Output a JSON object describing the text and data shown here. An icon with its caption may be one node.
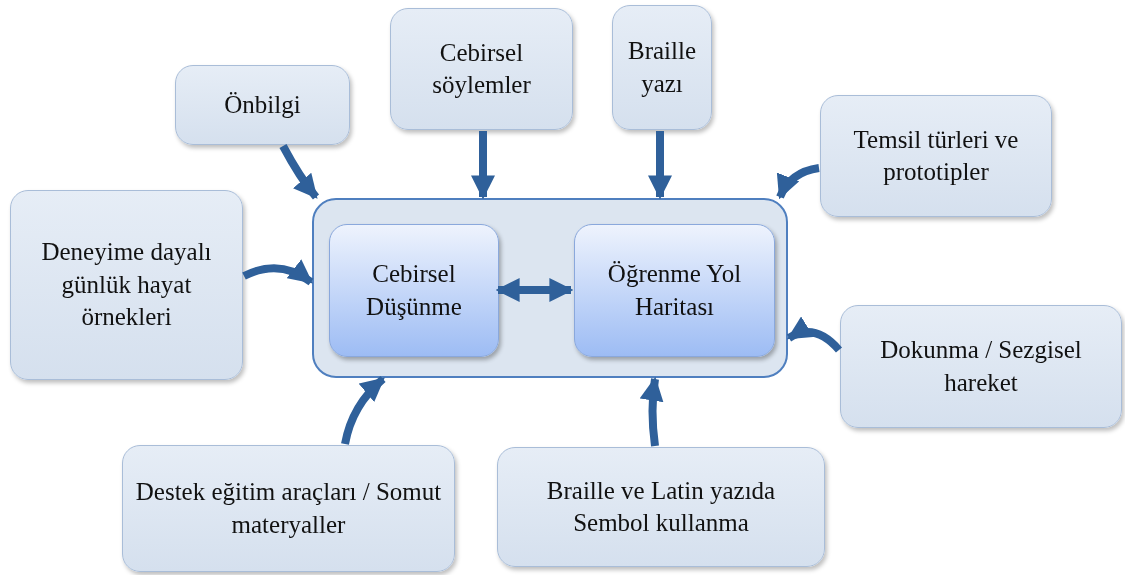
{
  "diagram": {
    "nodes": [
      {
        "text": [
          "Önbilgi"
        ]
      },
      {
        "text": [
          "Cebirsel söylemler"
        ]
      },
      {
        "text": [
          "Braille yazı"
        ]
      },
      {
        "text": [
          "Temsil türleri ve prototipler"
        ]
      },
      {
        "text": [
          "Deneyime dayalı günlük hayat örnekleri"
        ]
      },
      {
        "text": [],
        "shape": "box"
      },
      {
        "text": [
          "Cebirsel Düşünme"
        ],
        "in": 5
      },
      {
        "text": [
          "Öğrenme Yol Haritası"
        ],
        "in": 5
      },
      {
        "text": [
          "Dokunma / Sezgisel hareket"
        ]
      },
      {
        "text": [
          "Destek eğitim araçları / Somut materyaller"
        ]
      },
      {
        "text": [
          "Braille ve Latin yazıda Sembol kullanma"
        ]
      }
    ],
    "edges": [
      {
        "from": 0,
        "to": 5,
        "arrow": "to"
      },
      {
        "from": 1,
        "to": 5,
        "arrow": "to"
      },
      {
        "from": 2,
        "to": 5,
        "arrow": "to"
      },
      {
        "from": 3,
        "to": 5,
        "arrow": "to"
      },
      {
        "from": 4,
        "to": 5,
        "arrow": "to"
      },
      {
        "from": 6,
        "to": 7,
        "arrow": "both"
      },
      {
        "from": 8,
        "to": 5,
        "arrow": "to"
      },
      {
        "from": 9,
        "to": 5,
        "arrow": "to"
      },
      {
        "from": 10,
        "to": 5,
        "arrow": "to"
      }
    ]
  }
}
